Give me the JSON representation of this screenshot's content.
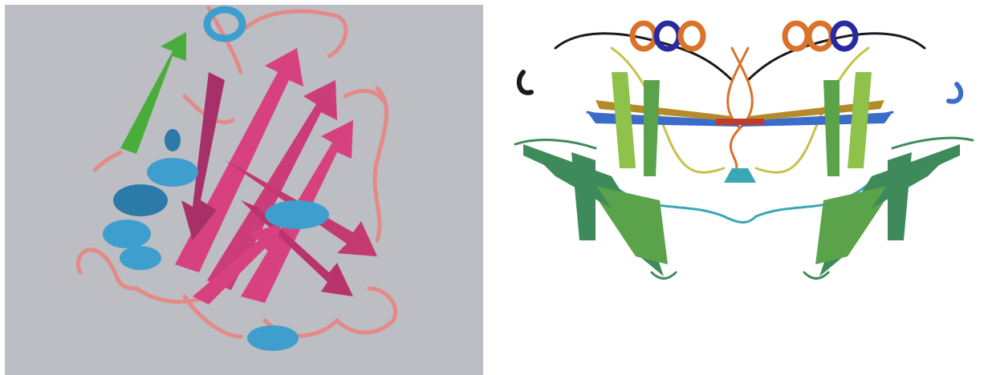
{
  "figure": {
    "panels": [
      {
        "id": "left",
        "subject": "protein-ribbon-monomer",
        "background_color": "#bdbdc4",
        "colors": {
          "beta_strand": "#d8417f",
          "beta_strand_dark": "#a83068",
          "helix": "#3e9fcf",
          "helix_dark": "#2b7aa8",
          "coil": "#e48a86",
          "terminal_strand": "#49ad3b"
        }
      },
      {
        "id": "right",
        "subject": "protein-ribbon-dimer",
        "background_color": "#ffffff",
        "colors": {
          "helix": "#d9722b",
          "helix_accent": "#2a2aa0",
          "strand_light": "#8fc24a",
          "strand_mid": "#5aa34a",
          "strand_dark": "#3f8a5a",
          "teal": "#3aa7b5",
          "blue": "#3a6cc8",
          "gold": "#b58a2a",
          "red": "#c23a2a",
          "coil_dark": "#1a1a1a",
          "coil_yellow": "#c6c24a"
        }
      }
    ]
  }
}
